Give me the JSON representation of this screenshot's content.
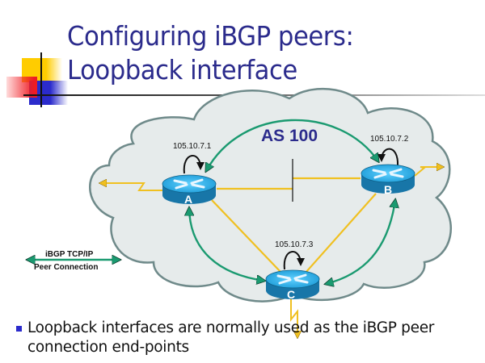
{
  "slide": {
    "title_line1": "Configuring iBGP peers:",
    "title_line2": "Loopback interface",
    "colors": {
      "title": "#2b2b8c",
      "cloud_fill": "#e6ebeb",
      "cloud_stroke": "#6f8a8a",
      "ibgp_arrow": "#1a9a70",
      "physical_link": "#f0c020",
      "router_top": "#2aaee0",
      "router_side": "#1876a8"
    }
  },
  "diagram": {
    "as_label": "AS 100",
    "routers": [
      {
        "id": "A",
        "label": "A",
        "loopback": "105.10.7.1"
      },
      {
        "id": "B",
        "label": "B",
        "loopback": "105.10.7.2"
      },
      {
        "id": "C",
        "label": "C",
        "loopback": "105.10.7.3"
      }
    ],
    "links": {
      "physical": [
        [
          "A",
          "segment"
        ],
        [
          "B",
          "segment"
        ],
        [
          "A",
          "C"
        ],
        [
          "B",
          "C"
        ]
      ],
      "ibgp_peerings": [
        [
          "A",
          "B"
        ],
        [
          "A",
          "C"
        ],
        [
          "B",
          "C"
        ]
      ],
      "external_serial": [
        "A",
        "B",
        "C"
      ]
    },
    "legend": {
      "line1": "iBGP TCP/IP",
      "line2": "Peer Connection"
    }
  },
  "bullets": [
    "Loopback interfaces are normally used as the iBGP peer connection end-points"
  ]
}
